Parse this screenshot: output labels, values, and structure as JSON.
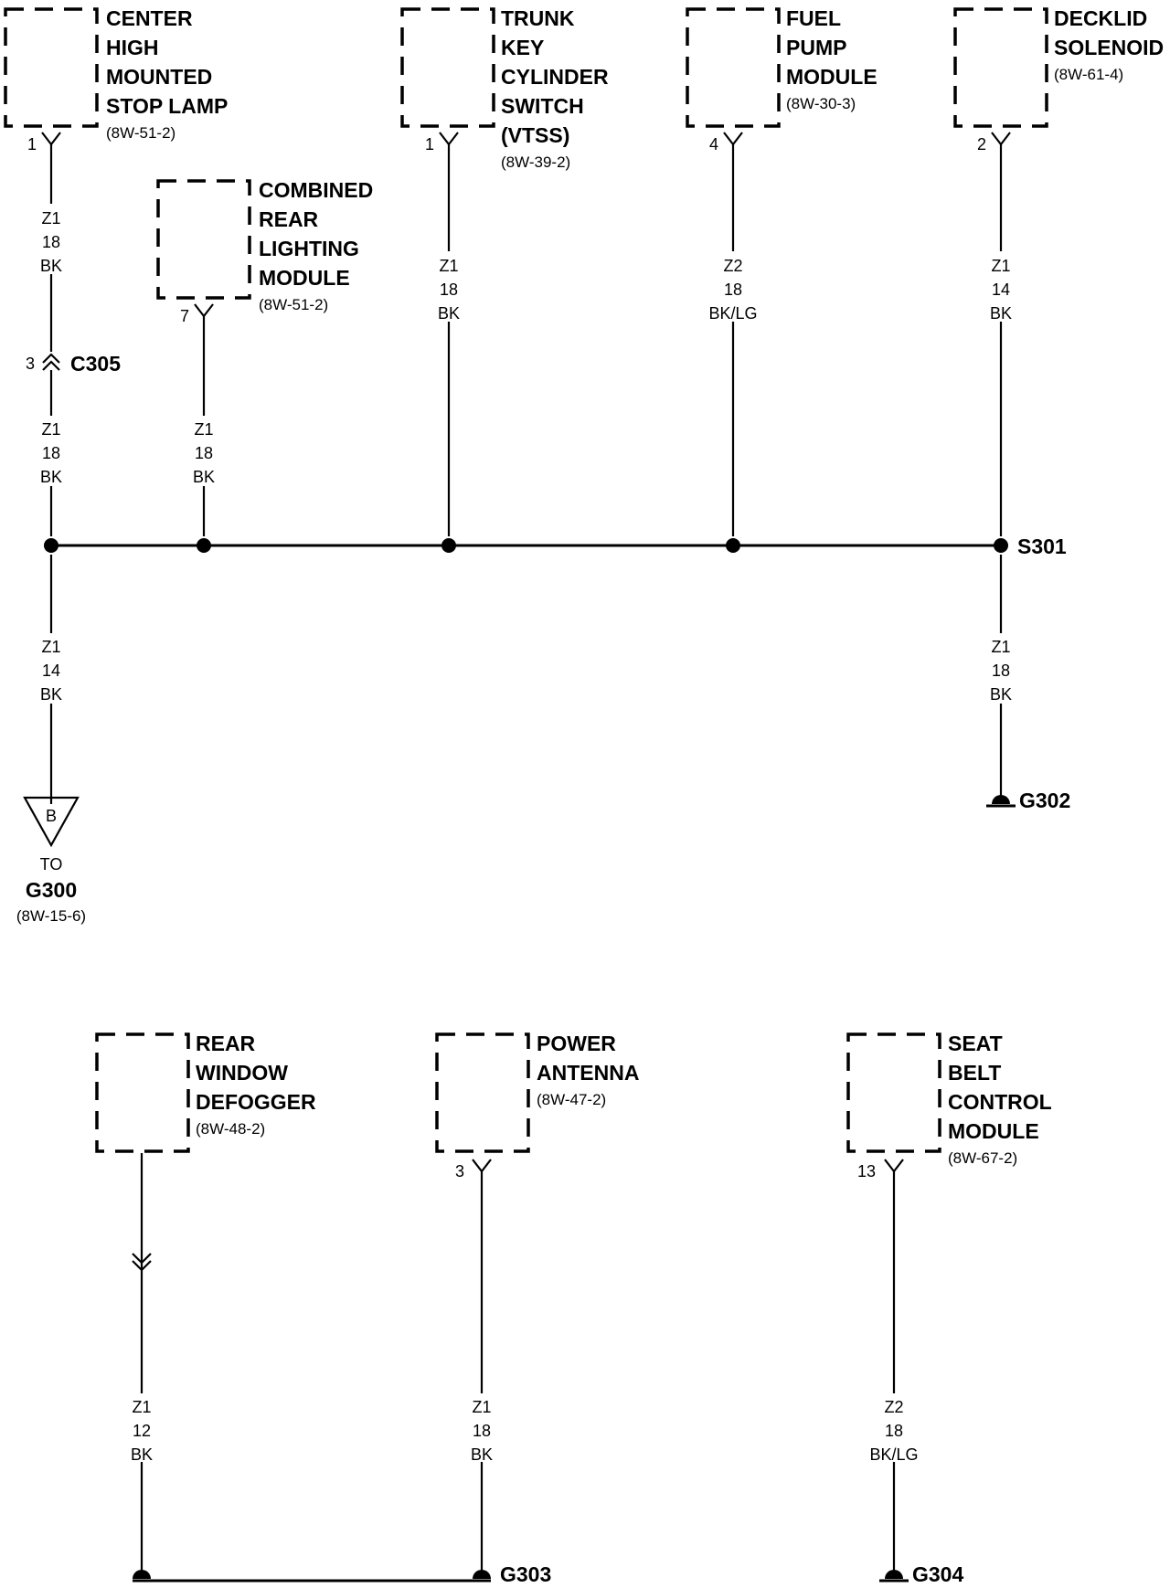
{
  "components": {
    "chmsl": {
      "lines": [
        "CENTER",
        "HIGH",
        "MOUNTED",
        "STOP LAMP"
      ],
      "ref": "(8W-51-2)",
      "pin": "1"
    },
    "crlm": {
      "lines": [
        "COMBINED",
        "REAR",
        "LIGHTING",
        "MODULE"
      ],
      "ref": "(8W-51-2)",
      "pin": "7"
    },
    "trunk": {
      "lines": [
        "TRUNK",
        "KEY",
        "CYLINDER",
        "SWITCH",
        "(VTSS)"
      ],
      "ref": "(8W-39-2)",
      "pin": "1"
    },
    "fuel": {
      "lines": [
        "FUEL",
        "PUMP",
        "MODULE"
      ],
      "ref": "(8W-30-3)",
      "pin": "4"
    },
    "decklid": {
      "lines": [
        "DECKLID",
        "SOLENOID"
      ],
      "ref": "(8W-61-4)",
      "pin": "2"
    },
    "defogger": {
      "lines": [
        "REAR",
        "WINDOW",
        "DEFOGGER"
      ],
      "ref": "(8W-48-2)"
    },
    "antenna": {
      "lines": [
        "POWER",
        "ANTENNA"
      ],
      "ref": "(8W-47-2)",
      "pin": "3"
    },
    "seatbelt": {
      "lines": [
        "SEAT",
        "BELT",
        "CONTROL",
        "MODULE"
      ],
      "ref": "(8W-67-2)",
      "pin": "13"
    }
  },
  "wires": {
    "chmsl_upper": [
      "Z1",
      "18",
      "BK"
    ],
    "chmsl_lower": [
      "Z1",
      "18",
      "BK"
    ],
    "crlm": [
      "Z1",
      "18",
      "BK"
    ],
    "trunk": [
      "Z1",
      "18",
      "BK"
    ],
    "fuel": [
      "Z2",
      "18",
      "BK/LG"
    ],
    "decklid": [
      "Z1",
      "14",
      "BK"
    ],
    "to_g300": [
      "Z1",
      "14",
      "BK"
    ],
    "to_g302": [
      "Z1",
      "18",
      "BK"
    ],
    "defogger": [
      "Z1",
      "12",
      "BK"
    ],
    "antenna": [
      "Z1",
      "18",
      "BK"
    ],
    "seatbelt": [
      "Z2",
      "18",
      "BK/LG"
    ]
  },
  "connector": {
    "name": "C305",
    "pin": "3"
  },
  "splice": {
    "name": "S301"
  },
  "offpage": {
    "letter": "B",
    "to": "TO",
    "ground": "G300",
    "ref": "(8W-15-6)"
  },
  "grounds": {
    "g302": "G302",
    "g303": "G303",
    "g304": "G304"
  }
}
